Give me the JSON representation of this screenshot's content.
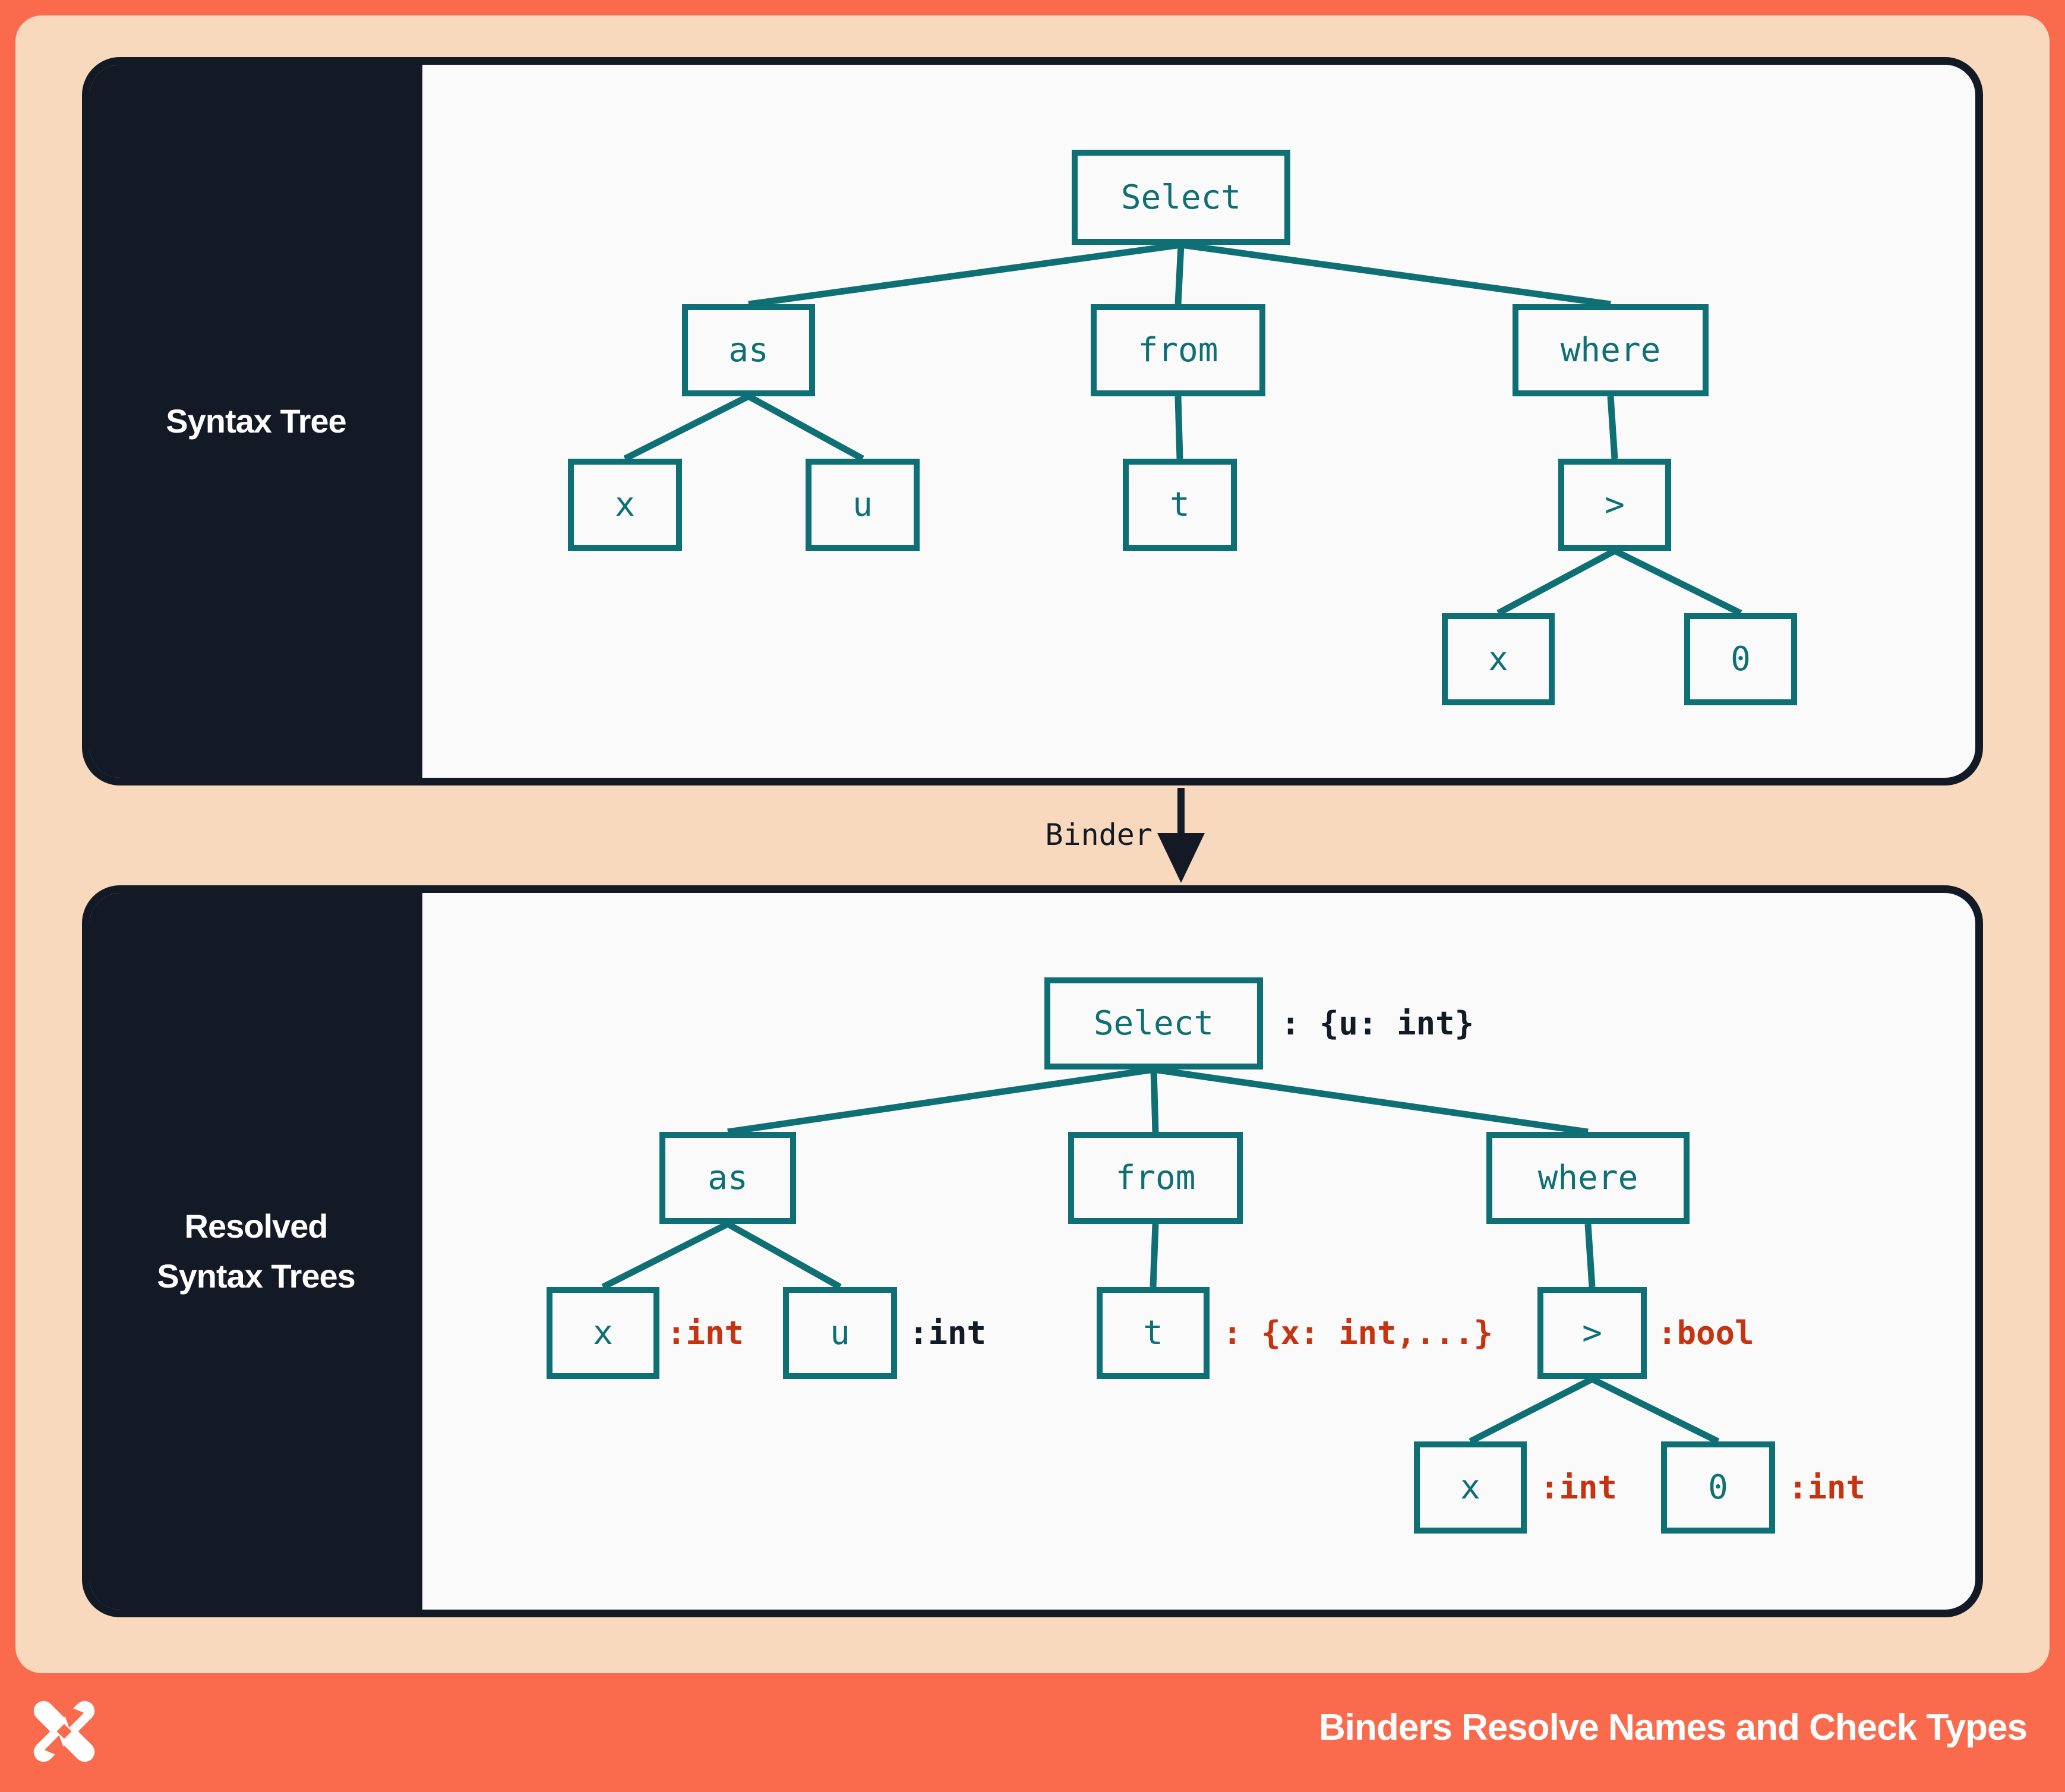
{
  "colors": {
    "coral": "#FA6B4D",
    "peach": "#F8D9BD",
    "navy": "#131A26",
    "offwhite": "#FAFAFA",
    "teal": "#0E6F75",
    "red": "#C63310",
    "white": "#FFFFFF"
  },
  "panels": {
    "top": {
      "label": "Syntax Tree"
    },
    "bottom": {
      "label_line1": "Resolved",
      "label_line2": "Syntax Trees"
    }
  },
  "binder": {
    "label": "Binder"
  },
  "top_tree": {
    "nodes": [
      {
        "id": "select",
        "label": "Select"
      },
      {
        "id": "as",
        "label": "as"
      },
      {
        "id": "from",
        "label": "from"
      },
      {
        "id": "where",
        "label": "where"
      },
      {
        "id": "x1",
        "label": "x"
      },
      {
        "id": "u",
        "label": "u"
      },
      {
        "id": "t",
        "label": "t"
      },
      {
        "id": "gt",
        "label": ">"
      },
      {
        "id": "x2",
        "label": "x"
      },
      {
        "id": "zero",
        "label": "0"
      }
    ]
  },
  "bottom_tree": {
    "nodes": [
      {
        "id": "select",
        "label": "Select",
        "annotation": ": {u: int}",
        "annotation_color": "navy"
      },
      {
        "id": "as",
        "label": "as"
      },
      {
        "id": "from",
        "label": "from"
      },
      {
        "id": "where",
        "label": "where"
      },
      {
        "id": "x1",
        "label": "x",
        "annotation": ":int",
        "annotation_color": "red"
      },
      {
        "id": "u",
        "label": "u",
        "annotation": ":int",
        "annotation_color": "navy"
      },
      {
        "id": "t",
        "label": "t",
        "annotation": ": {x: int,...}",
        "annotation_color": "red"
      },
      {
        "id": "gt",
        "label": ">",
        "annotation": ":bool",
        "annotation_color": "red"
      },
      {
        "id": "x2",
        "label": "x",
        "annotation": ":int",
        "annotation_color": "red"
      },
      {
        "id": "zero",
        "label": "0",
        "annotation": ":int",
        "annotation_color": "red"
      }
    ]
  },
  "footer": {
    "title": "Binders Resolve Names and Check Types",
    "logo_icon": "x-pinwheel-logo"
  }
}
